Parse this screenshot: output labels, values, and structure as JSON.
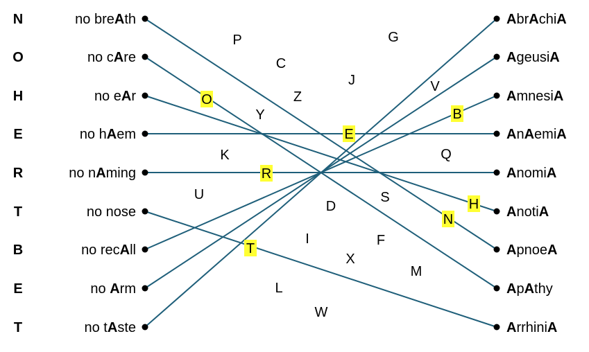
{
  "answer_letters": [
    "N",
    "O",
    "H",
    "E",
    "R",
    "T",
    "B",
    "E",
    "T"
  ],
  "clues": [
    [
      {
        "t": "no bre"
      },
      {
        "t": "A",
        "b": true
      },
      {
        "t": "th"
      }
    ],
    [
      {
        "t": "no c"
      },
      {
        "t": "A",
        "b": true
      },
      {
        "t": "re"
      }
    ],
    [
      {
        "t": "no e"
      },
      {
        "t": "A",
        "b": true
      },
      {
        "t": "r"
      }
    ],
    [
      {
        "t": "no h"
      },
      {
        "t": "A",
        "b": true
      },
      {
        "t": "em"
      }
    ],
    [
      {
        "t": "no n"
      },
      {
        "t": "A",
        "b": true
      },
      {
        "t": "ming"
      }
    ],
    [
      {
        "t": "no nose"
      }
    ],
    [
      {
        "t": "no rec"
      },
      {
        "t": "A",
        "b": true
      },
      {
        "t": "ll"
      }
    ],
    [
      {
        "t": "no "
      },
      {
        "t": "A",
        "b": true
      },
      {
        "t": "rm"
      }
    ],
    [
      {
        "t": "no t"
      },
      {
        "t": "A",
        "b": true
      },
      {
        "t": "ste"
      }
    ]
  ],
  "terms": [
    [
      {
        "t": "A",
        "b": true
      },
      {
        "t": "br"
      },
      {
        "t": "A",
        "b": true
      },
      {
        "t": "chi"
      },
      {
        "t": "A",
        "b": true
      }
    ],
    [
      {
        "t": "A",
        "b": true
      },
      {
        "t": "geusi"
      },
      {
        "t": "A",
        "b": true
      }
    ],
    [
      {
        "t": "A",
        "b": true
      },
      {
        "t": "mnesi"
      },
      {
        "t": "A",
        "b": true
      }
    ],
    [
      {
        "t": "A",
        "b": true
      },
      {
        "t": "n"
      },
      {
        "t": "A",
        "b": true
      },
      {
        "t": "emi"
      },
      {
        "t": "A",
        "b": true
      }
    ],
    [
      {
        "t": "A",
        "b": true
      },
      {
        "t": "nomi"
      },
      {
        "t": "A",
        "b": true
      }
    ],
    [
      {
        "t": "A",
        "b": true
      },
      {
        "t": "noti"
      },
      {
        "t": "A",
        "b": true
      }
    ],
    [
      {
        "t": "A",
        "b": true
      },
      {
        "t": "pnoe"
      },
      {
        "t": "A",
        "b": true
      }
    ],
    [
      {
        "t": "A",
        "b": true
      },
      {
        "t": "p"
      },
      {
        "t": "A",
        "b": true
      },
      {
        "t": "thy"
      }
    ],
    [
      {
        "t": "A",
        "b": true
      },
      {
        "t": "rrhini"
      },
      {
        "t": "A",
        "b": true
      }
    ]
  ],
  "links": [
    [
      0,
      6
    ],
    [
      1,
      7
    ],
    [
      2,
      5
    ],
    [
      3,
      3
    ],
    [
      4,
      4
    ],
    [
      5,
      8
    ],
    [
      6,
      2
    ],
    [
      7,
      1
    ],
    [
      8,
      0
    ]
  ],
  "scatter_letters": [
    "P",
    "G",
    "C",
    "J",
    "V",
    "Z",
    "Y",
    "K",
    "Q",
    "U",
    "S",
    "D",
    "F",
    "I",
    "X",
    "M",
    "L",
    "W"
  ],
  "highlight_letters": [
    "O",
    "E",
    "B",
    "R",
    "H",
    "N",
    "T"
  ],
  "colors": {
    "line": "#1f5f7a",
    "highlight": "#ffff33"
  }
}
